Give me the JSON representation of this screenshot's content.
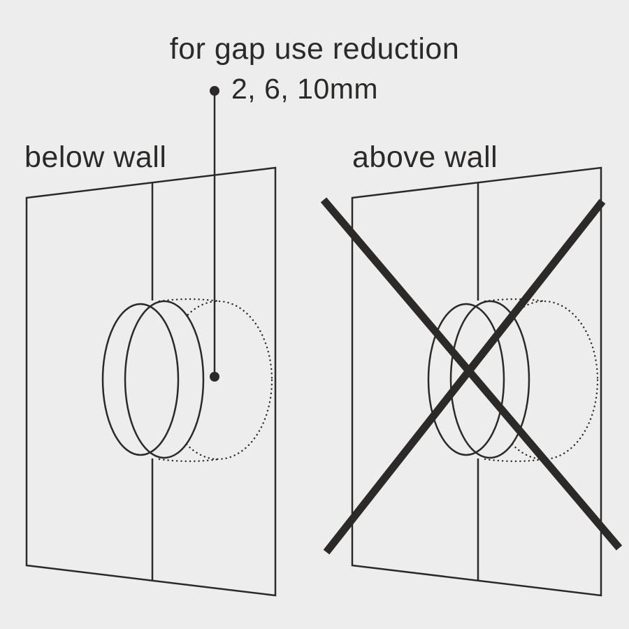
{
  "page": {
    "title": "for gap use reduction",
    "subtitle": "2, 6, 10mm"
  },
  "panels": {
    "left": {
      "label": "below wall",
      "status": "correct"
    },
    "right": {
      "label": "above wall",
      "status": "crossed-out"
    }
  },
  "colors": {
    "background": "#ededed",
    "line": "#2b2a29",
    "text": "#2b2a29"
  }
}
